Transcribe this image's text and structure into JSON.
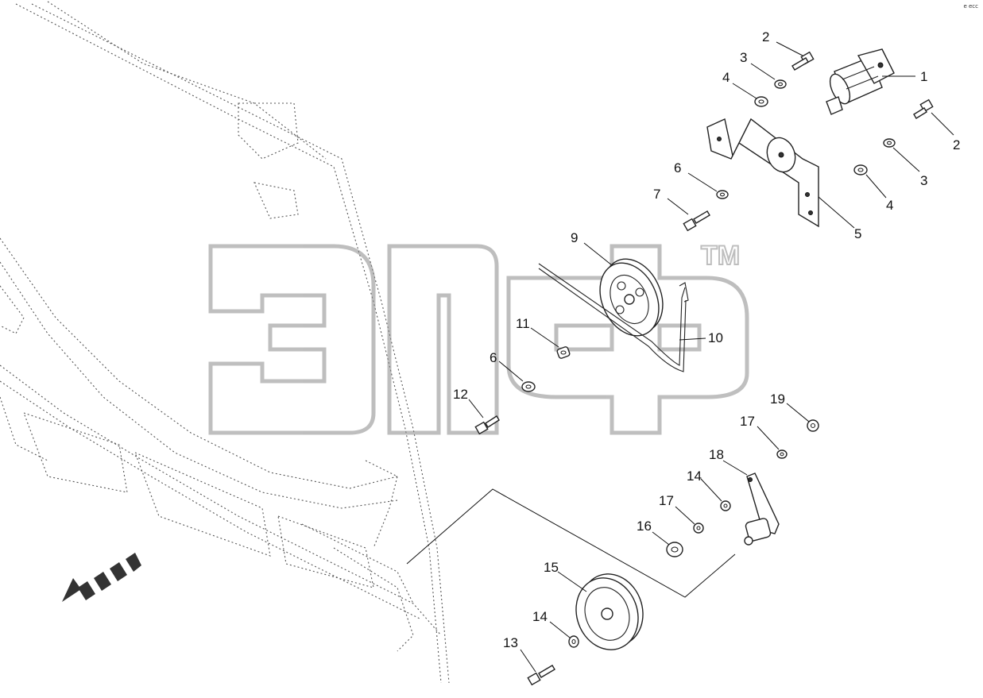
{
  "diagram": {
    "watermark": {
      "logo_text": "эпф",
      "trademark": "TM"
    },
    "corner_mark": "e ecc",
    "callouts": [
      {
        "id": "c1",
        "label": "1"
      },
      {
        "id": "c2a",
        "label": "2"
      },
      {
        "id": "c2b",
        "label": "2"
      },
      {
        "id": "c3a",
        "label": "3"
      },
      {
        "id": "c3b",
        "label": "3"
      },
      {
        "id": "c4a",
        "label": "4"
      },
      {
        "id": "c4b",
        "label": "4"
      },
      {
        "id": "c5",
        "label": "5"
      },
      {
        "id": "c6a",
        "label": "6"
      },
      {
        "id": "c6b",
        "label": "6"
      },
      {
        "id": "c7",
        "label": "7"
      },
      {
        "id": "c9",
        "label": "9"
      },
      {
        "id": "c10",
        "label": "10"
      },
      {
        "id": "c11",
        "label": "11"
      },
      {
        "id": "c12",
        "label": "12"
      },
      {
        "id": "c13",
        "label": "13"
      },
      {
        "id": "c14a",
        "label": "14"
      },
      {
        "id": "c14b",
        "label": "14"
      },
      {
        "id": "c15",
        "label": "15"
      },
      {
        "id": "c16",
        "label": "16"
      },
      {
        "id": "c17a",
        "label": "17"
      },
      {
        "id": "c17b",
        "label": "17"
      },
      {
        "id": "c18",
        "label": "18"
      },
      {
        "id": "c19",
        "label": "19"
      }
    ]
  }
}
